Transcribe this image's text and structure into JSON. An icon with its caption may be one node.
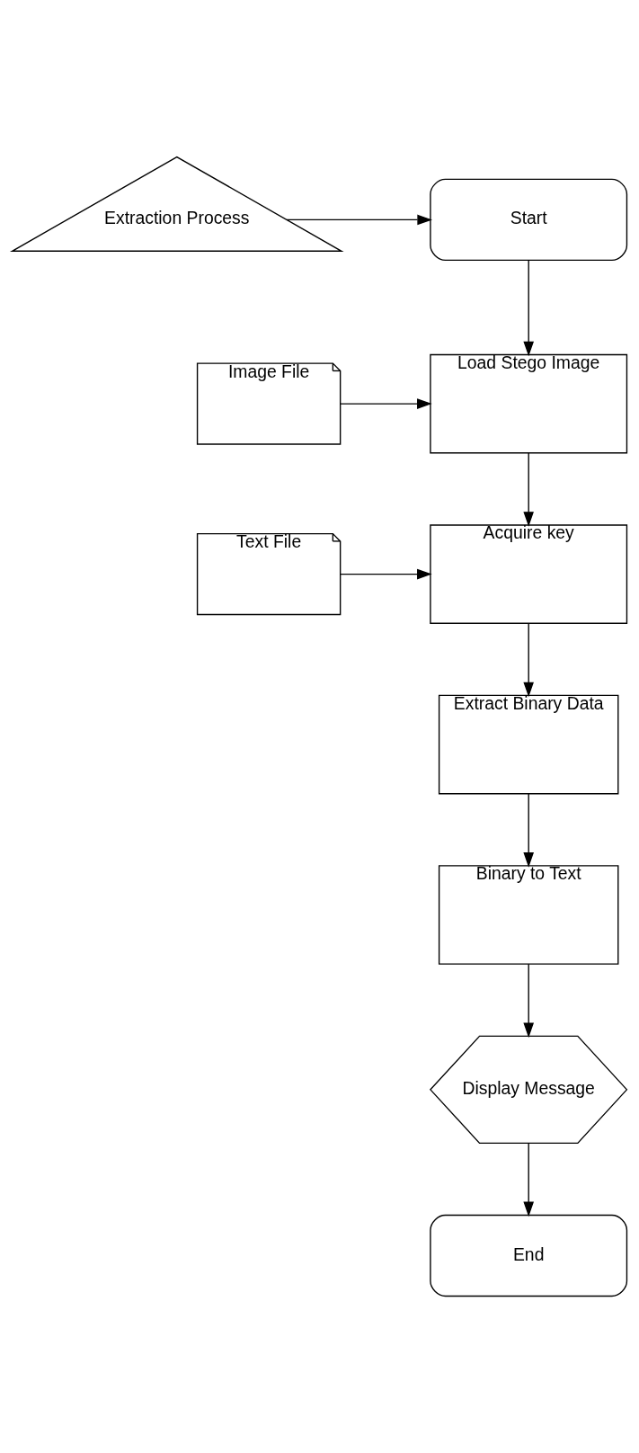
{
  "diagram": {
    "nodes": [
      {
        "text": [
          "Extraction Process"
        ]
      },
      {
        "text": [
          "Start"
        ]
      },
      {
        "text": [
          "Image File"
        ]
      },
      {
        "text": [
          "Load Stego Image"
        ]
      },
      {
        "text": [
          "Text File"
        ]
      },
      {
        "text": [
          "Acquire key"
        ]
      },
      {
        "text": [
          "Extract Binary Data"
        ]
      },
      {
        "text": [
          "Binary to Text"
        ]
      },
      {
        "text": [
          "Display Message"
        ]
      },
      {
        "text": [
          "End"
        ]
      }
    ],
    "edges": [
      {
        "from": 0,
        "to": 1,
        "arrow": "to"
      },
      {
        "from": 1,
        "to": 3,
        "arrow": "to"
      },
      {
        "from": 2,
        "to": 3,
        "arrow": "to"
      },
      {
        "from": 3,
        "to": 5,
        "arrow": "to"
      },
      {
        "from": 4,
        "to": 5,
        "arrow": "to"
      },
      {
        "from": 5,
        "to": 6,
        "arrow": "to"
      },
      {
        "from": 6,
        "to": 7,
        "arrow": "to"
      },
      {
        "from": 7,
        "to": 8,
        "arrow": "to"
      },
      {
        "from": 8,
        "to": 9,
        "arrow": "to"
      }
    ]
  }
}
